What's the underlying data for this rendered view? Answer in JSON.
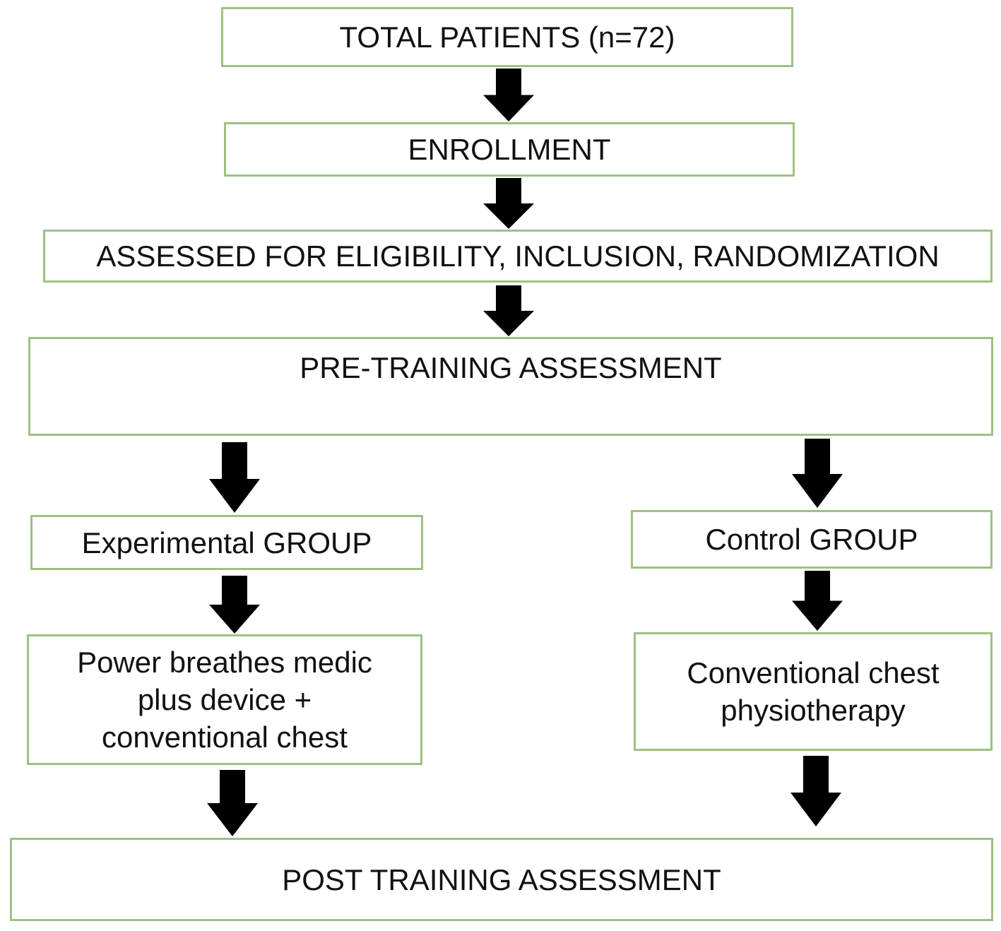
{
  "nodes": {
    "total": "TOTAL PATIENTS (n=72)",
    "enrollment": "ENROLLMENT",
    "assessed": "ASSESSED FOR ELIGIBILITY, INCLUSION, RANDOMIZATION",
    "pre_training": "PRE-TRAINING ASSESSMENT",
    "experimental_group": "Experimental GROUP",
    "control_group": "Control GROUP",
    "experimental_intervention": "Power breathes medic\nplus device +\nconventional chest",
    "control_intervention": "Conventional chest\nphysiotherapy",
    "post_training": "POST TRAINING ASSESSMENT"
  },
  "colors": {
    "box_border": "#9dc183",
    "arrow": "#000000",
    "text": "#111111"
  },
  "edges": [
    {
      "from": "total",
      "to": "enrollment"
    },
    {
      "from": "enrollment",
      "to": "assessed"
    },
    {
      "from": "assessed",
      "to": "pre_training"
    },
    {
      "from": "pre_training",
      "to": "experimental_group"
    },
    {
      "from": "pre_training",
      "to": "control_group"
    },
    {
      "from": "experimental_group",
      "to": "experimental_intervention"
    },
    {
      "from": "control_group",
      "to": "control_intervention"
    },
    {
      "from": "experimental_intervention",
      "to": "post_training"
    },
    {
      "from": "control_intervention",
      "to": "post_training"
    }
  ]
}
